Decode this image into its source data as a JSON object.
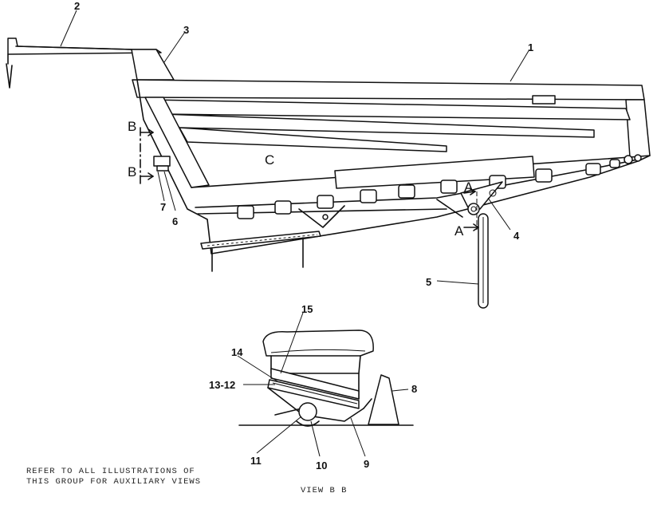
{
  "callouts": {
    "c1": "1",
    "c2": "2",
    "c3": "3",
    "c4": "4",
    "c5": "5",
    "c6": "6",
    "c7": "7",
    "c8": "8",
    "c9": "9",
    "c10": "10",
    "c11": "11",
    "c12_13": "13-12",
    "c14": "14",
    "c15": "15"
  },
  "section_marks": {
    "b": "B",
    "a": "A",
    "c": "C"
  },
  "note": {
    "line1": "REFER TO ALL ILLUSTRATIONS OF",
    "line2": "THIS GROUP FOR AUXILIARY VIEWS"
  },
  "view_label": "VIEW B B"
}
